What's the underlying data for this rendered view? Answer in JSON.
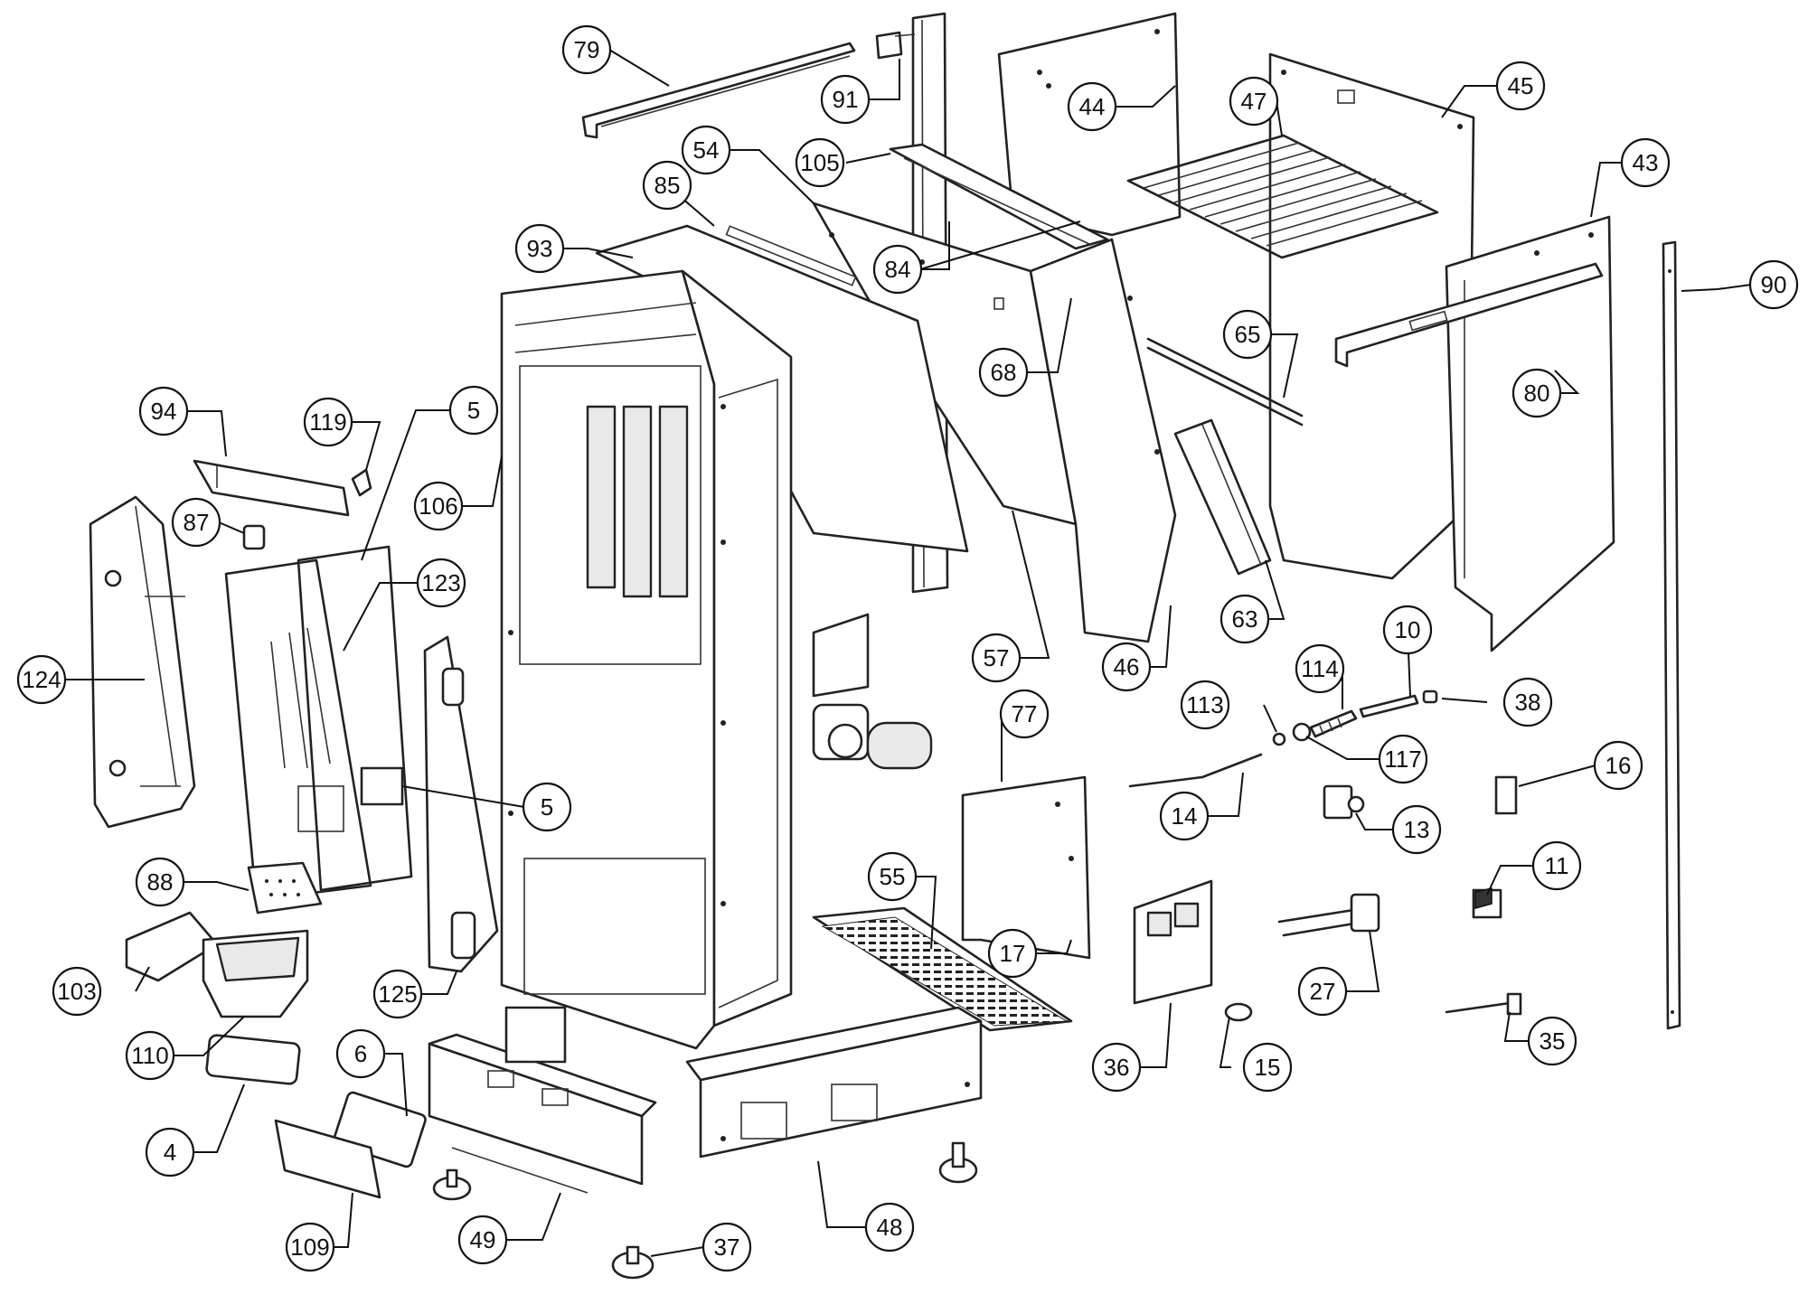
{
  "diagram": {
    "callouts": [
      {
        "id": "c79",
        "label": "79"
      },
      {
        "id": "c91",
        "label": "91"
      },
      {
        "id": "c44",
        "label": "44"
      },
      {
        "id": "c47",
        "label": "47"
      },
      {
        "id": "c45",
        "label": "45"
      },
      {
        "id": "c43",
        "label": "43"
      },
      {
        "id": "c54",
        "label": "54"
      },
      {
        "id": "c105",
        "label": "105"
      },
      {
        "id": "c85",
        "label": "85"
      },
      {
        "id": "c93",
        "label": "93"
      },
      {
        "id": "c84",
        "label": "84"
      },
      {
        "id": "c90",
        "label": "90"
      },
      {
        "id": "c65",
        "label": "65"
      },
      {
        "id": "c80",
        "label": "80"
      },
      {
        "id": "c68",
        "label": "68"
      },
      {
        "id": "c94",
        "label": "94"
      },
      {
        "id": "c119",
        "label": "119"
      },
      {
        "id": "c5a",
        "label": "5"
      },
      {
        "id": "c106",
        "label": "106"
      },
      {
        "id": "c87",
        "label": "87"
      },
      {
        "id": "c123",
        "label": "123"
      },
      {
        "id": "c124",
        "label": "124"
      },
      {
        "id": "c57",
        "label": "57"
      },
      {
        "id": "c46",
        "label": "46"
      },
      {
        "id": "c63",
        "label": "63"
      },
      {
        "id": "c10",
        "label": "10"
      },
      {
        "id": "c114",
        "label": "114"
      },
      {
        "id": "c113",
        "label": "113"
      },
      {
        "id": "c38",
        "label": "38"
      },
      {
        "id": "c77",
        "label": "77"
      },
      {
        "id": "c117",
        "label": "117"
      },
      {
        "id": "c16",
        "label": "16"
      },
      {
        "id": "c5b",
        "label": "5"
      },
      {
        "id": "c14",
        "label": "14"
      },
      {
        "id": "c13",
        "label": "13"
      },
      {
        "id": "c88",
        "label": "88"
      },
      {
        "id": "c55",
        "label": "55"
      },
      {
        "id": "c11",
        "label": "11"
      },
      {
        "id": "c17",
        "label": "17"
      },
      {
        "id": "c103",
        "label": "103"
      },
      {
        "id": "c125",
        "label": "125"
      },
      {
        "id": "c27",
        "label": "27"
      },
      {
        "id": "c35",
        "label": "35"
      },
      {
        "id": "c110",
        "label": "110"
      },
      {
        "id": "c6",
        "label": "6"
      },
      {
        "id": "c36",
        "label": "36"
      },
      {
        "id": "c15",
        "label": "15"
      },
      {
        "id": "c4",
        "label": "4"
      },
      {
        "id": "c48",
        "label": "48"
      },
      {
        "id": "c109",
        "label": "109"
      },
      {
        "id": "c49",
        "label": "49"
      },
      {
        "id": "c37",
        "label": "37"
      }
    ]
  }
}
